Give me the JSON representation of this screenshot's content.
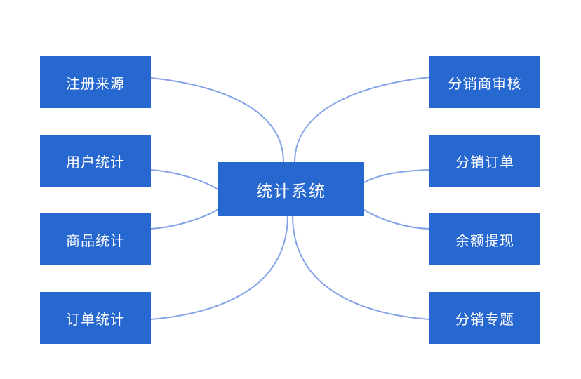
{
  "colors": {
    "node_fill": "#2767d0",
    "node_text": "#ffffff",
    "connector": "#84a3e8",
    "background": "#ffffff"
  },
  "diagram": {
    "center": {
      "label": "统计系统"
    },
    "left_nodes": [
      {
        "label": "注册来源"
      },
      {
        "label": "用户统计"
      },
      {
        "label": "商品统计"
      },
      {
        "label": "订单统计"
      }
    ],
    "right_nodes": [
      {
        "label": "分销商审核"
      },
      {
        "label": "分销订单"
      },
      {
        "label": "余额提现"
      },
      {
        "label": "分销专题"
      }
    ]
  }
}
